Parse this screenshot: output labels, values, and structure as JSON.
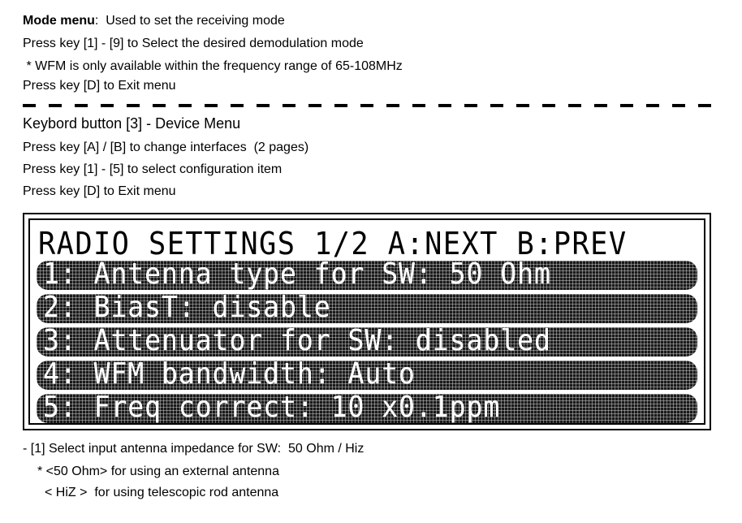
{
  "mode_menu": {
    "title": "Mode menu",
    "description": ":  Used to set the receiving mode",
    "lines": [
      "Press key [1] - [9] to Select the desired demodulation mode",
      " * WFM is only available within the frequency range of 65-108MHz",
      "Press key [D] to Exit menu"
    ]
  },
  "device_menu": {
    "heading": "Keybord button [3] - Device Menu",
    "lines": [
      "Press key [A] / [B] to change interfaces  (2 pages)",
      "Press key [1] - [5] to select configuration item",
      "Press key [D] to Exit menu"
    ]
  },
  "lcd": {
    "title": "RADIO SETTINGS 1/2 A:NEXT B:PREV",
    "rows": [
      "1: Antenna type for SW: 50 Ohm",
      "2: BiasT: disable",
      "3: Attenuator for SW: disabled",
      "4: WFM bandwidth: Auto",
      "5: Freq correct: 10 x0.1ppm"
    ]
  },
  "notes": {
    "lines": [
      "- [1] Select input antenna impedance for SW:  50 Ohm / Hiz",
      "* <50 Ohm> for using an external antenna",
      "< HiZ >  for using telescopic rod antenna"
    ]
  }
}
